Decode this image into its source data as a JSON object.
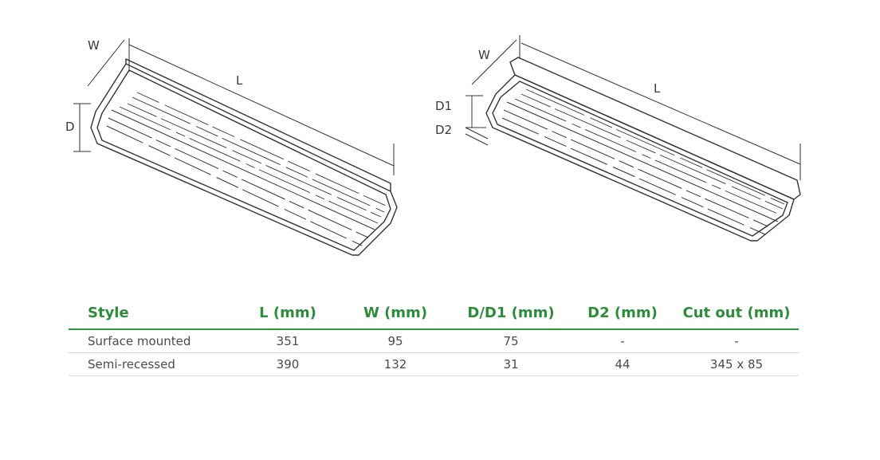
{
  "diagrams": {
    "surface": {
      "w_label": "W",
      "l_label": "L",
      "d_label": "D"
    },
    "semi": {
      "w_label": "W",
      "l_label": "L",
      "d1_label": "D1",
      "d2_label": "D2"
    }
  },
  "table": {
    "headers": [
      "Style",
      "L (mm)",
      "W (mm)",
      "D/D1 (mm)",
      "D2 (mm)",
      "Cut out (mm)"
    ],
    "rows": [
      [
        "Surface mounted",
        "351",
        "95",
        "75",
        "-",
        "-"
      ],
      [
        "Semi-recessed",
        "390",
        "132",
        "31",
        "44",
        "345 x 85"
      ]
    ]
  },
  "colors": {
    "header_text": "#2e8b3c",
    "header_rule": "#2e9b44",
    "line_art": "#333333"
  }
}
